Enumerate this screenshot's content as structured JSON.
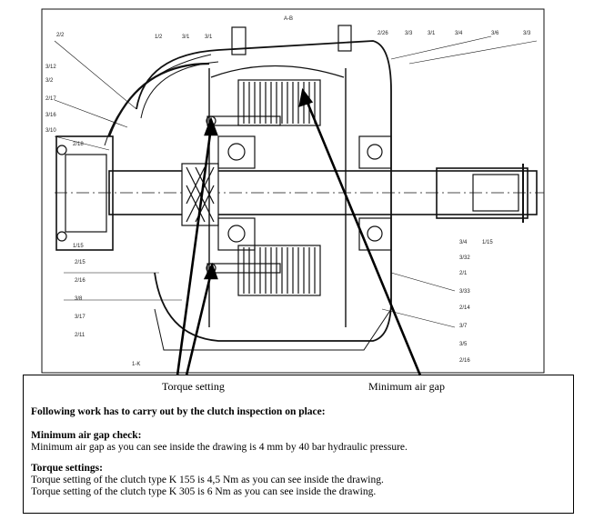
{
  "drawing": {
    "section_label": "A-B",
    "part_refs": [
      "2/2",
      "1/2",
      "3/1",
      "3/1",
      "2/26",
      "3/3",
      "3/1",
      "3/4",
      "3/6",
      "3/3",
      "2/17",
      "3/16",
      "3/10",
      "2/18",
      "2/15",
      "1/15",
      "2/16",
      "3/8",
      "3/17",
      "3/4",
      "1/15",
      "3/32",
      "2/1",
      "3/33",
      "2/14",
      "3/7",
      "3/5",
      "2/16",
      "2/11",
      "3/2",
      "3/12",
      "1-K"
    ]
  },
  "callouts": {
    "torque": "Torque setting",
    "airgap": "Minimum air gap"
  },
  "notes": {
    "heading": "Following work has to carry out by the clutch inspection on place:",
    "airgap_heading": "Minimum air gap check:",
    "airgap_text": "Minimum air gap as you can see inside the drawing is 4 mm by 40 bar hydraulic pressure.",
    "torque_heading": "Torque settings:",
    "torque_line1": "Torque setting of the clutch type K 155 is 4,5 Nm as you can see inside the drawing.",
    "torque_line2": "Torque setting of the clutch type K 305 is 6 Nm as you can see inside the drawing."
  }
}
